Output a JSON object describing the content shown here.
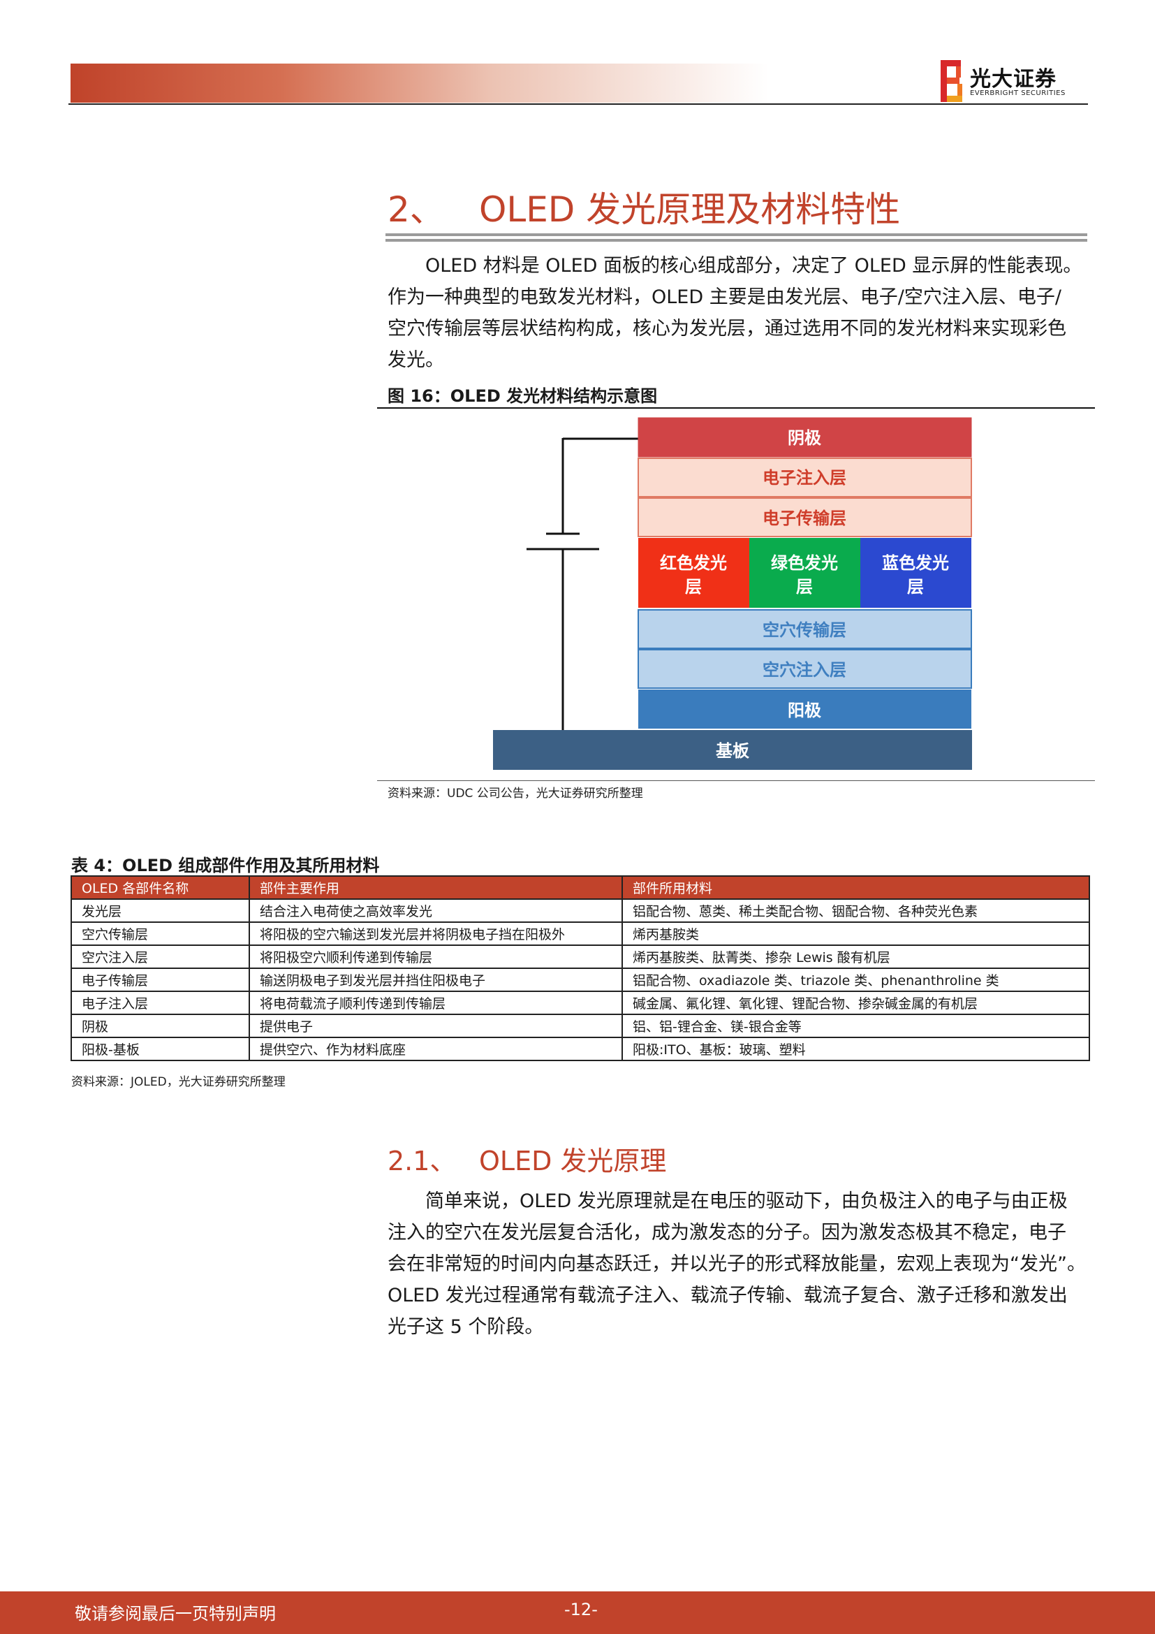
{
  "header": {
    "logo_cn": "光大证券",
    "logo_en": "EVERBRIGHT SECURITIES"
  },
  "section2": {
    "number": "2、",
    "title": "OLED 发光原理及材料特性",
    "paragraph": [
      "　　OLED 材料是 OLED 面板的核心组成部分，决定了 OLED  显示屏的性能表现。",
      "作为一种典型的电致发光材料，OLED 主要是由发光层、电子/空穴注入层、电子/",
      "空穴传输层等层状结构构成，核心为发光层，通过选用不同的发光材料来实现彩色",
      "发光。"
    ]
  },
  "figure": {
    "caption": "图 16：OLED 发光材料结构示意图",
    "layers": {
      "cathode": "阴极",
      "eil": "电子注入层",
      "etl": "电子传输层",
      "red": [
        "红色发光",
        "层"
      ],
      "green": [
        "绿色发光",
        "层"
      ],
      "blue": [
        "蓝色发光",
        "层"
      ],
      "htl": "空穴传输层",
      "hil": "空穴注入层",
      "anode": "阳极",
      "substrate": "基板"
    },
    "colors": {
      "cathode": "#d04446",
      "transport_pink": "#fbdcd0",
      "red": "#f03017",
      "green": "#0aab4d",
      "blue": "#2b49d0",
      "light_blue": "#b9d3ec",
      "anode": "#3a7cbd",
      "substrate": "#3c6085"
    },
    "source": "资料来源：UDC 公司公告，光大证券研究所整理"
  },
  "table": {
    "caption": "表 4：OLED 组成部件作用及其所用材料",
    "headers": [
      "OLED 各部件名称",
      "部件主要作用",
      "部件所用材料"
    ],
    "rows": [
      [
        "发光层",
        "结合注入电荷使之高效率发光",
        "铝配合物、蒽类、稀土类配合物、铟配合物、各种荧光色素"
      ],
      [
        "空穴传输层",
        "将阳极的空穴输送到发光层并将阴极电子挡在阳极外",
        "烯丙基胺类"
      ],
      [
        "空穴注入层",
        "将阳极空穴顺利传递到传输层",
        "烯丙基胺类、肽菁类、掺杂 Lewis 酸有机层"
      ],
      [
        "电子传输层",
        "输送阴极电子到发光层并挡住阳极电子",
        "铝配合物、oxadiazole 类、triazole 类、phenanthroline 类"
      ],
      [
        "电子注入层",
        "将电荷载流子顺利传递到传输层",
        "碱金属、氟化锂、氧化锂、锂配合物、掺杂碱金属的有机层"
      ],
      [
        "阴极",
        "提供电子",
        "铝、铝-锂合金、镁-银合金等"
      ],
      [
        "阳极-基板",
        "提供空穴、作为材料底座",
        "阳极:ITO、基板：玻璃、塑料"
      ]
    ],
    "source": "资料来源：JOLED，光大证券研究所整理"
  },
  "section21": {
    "number": "2.1、",
    "title": "OLED 发光原理",
    "paragraph": [
      "　　简单来说，OLED 发光原理就是在电压的驱动下，由负极注入的电子与由正极",
      "注入的空穴在发光层复合活化，成为激发态的分子。因为激发态极其不稳定，电子",
      "会在非常短的时间内向基态跃迁，并以光子的形式释放能量，宏观上表现为“发光”。",
      "OLED 发光过程通常有载流子注入、载流子传输、载流子复合、激子迁移和激发出",
      "光子这 5 个阶段。"
    ]
  },
  "footer": {
    "note": "敬请参阅最后一页特别声明",
    "page": "-12-"
  }
}
